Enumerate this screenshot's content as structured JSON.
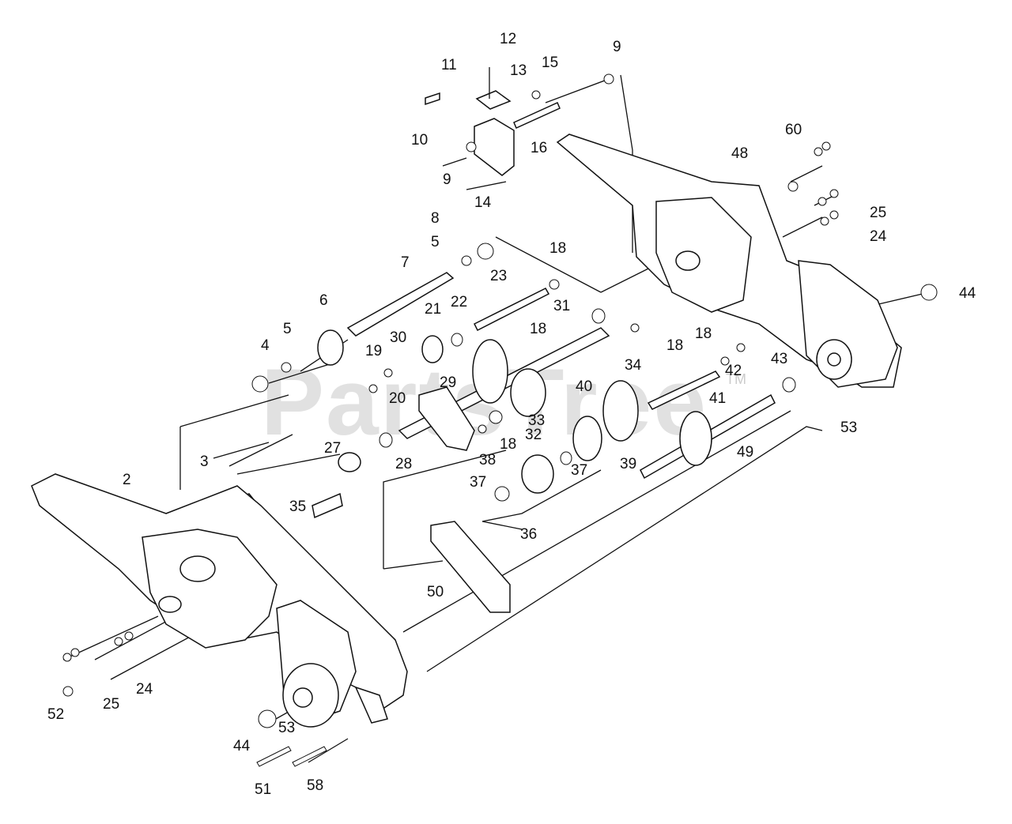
{
  "watermark": {
    "text": "PartsTree",
    "tm": "TM"
  },
  "callouts": [
    "12",
    "11",
    "13",
    "15",
    "9",
    "10",
    "16",
    "9",
    "14",
    "48",
    "60",
    "25",
    "24",
    "8",
    "5",
    "18",
    "23",
    "7",
    "6",
    "5",
    "4",
    "31",
    "21",
    "22",
    "18",
    "19",
    "30",
    "18",
    "34",
    "18",
    "42",
    "43",
    "44",
    "20",
    "29",
    "40",
    "41",
    "18",
    "33",
    "32",
    "53",
    "27",
    "28",
    "38",
    "39",
    "37",
    "37",
    "49",
    "2",
    "3",
    "35",
    "36",
    "50",
    "25",
    "24",
    "52",
    "44",
    "53",
    "51",
    "58"
  ]
}
